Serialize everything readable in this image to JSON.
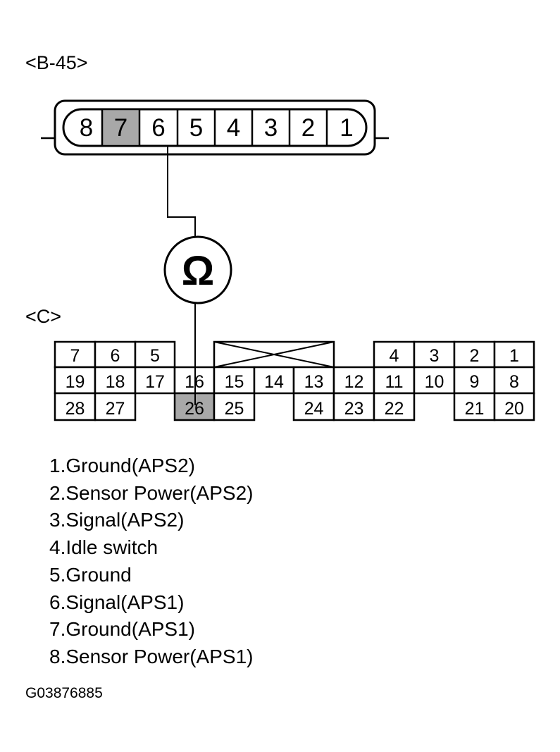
{
  "connector_b45": {
    "label": "<B-45>",
    "pins": [
      "8",
      "7",
      "6",
      "5",
      "4",
      "3",
      "2",
      "1"
    ],
    "highlighted": "7"
  },
  "ohmmeter": {
    "symbol": "Ω"
  },
  "connector_c": {
    "label": "<C>",
    "rows": [
      [
        "7",
        "6",
        "5",
        "",
        "X",
        "",
        "4",
        "3",
        "2",
        "1"
      ],
      [
        "19",
        "18",
        "17",
        "16",
        "15",
        "14",
        "13",
        "12",
        "11",
        "10",
        "9",
        "8"
      ],
      [
        "28",
        "27",
        "",
        "26",
        "25",
        "",
        "24",
        "23",
        "22",
        "",
        "21",
        "20"
      ]
    ],
    "highlighted": "26"
  },
  "legend": [
    "1.Ground(APS2)",
    "2.Sensor Power(APS2)",
    "3.Signal(APS2)",
    "4.Idle switch",
    "5.Ground",
    "6.Signal(APS1)",
    "7.Ground(APS1)",
    "8.Sensor Power(APS1)"
  ],
  "figure_code": "G03876885",
  "colors": {
    "line": "#000000",
    "highlight": "#a8a8a8",
    "background": "#ffffff"
  }
}
